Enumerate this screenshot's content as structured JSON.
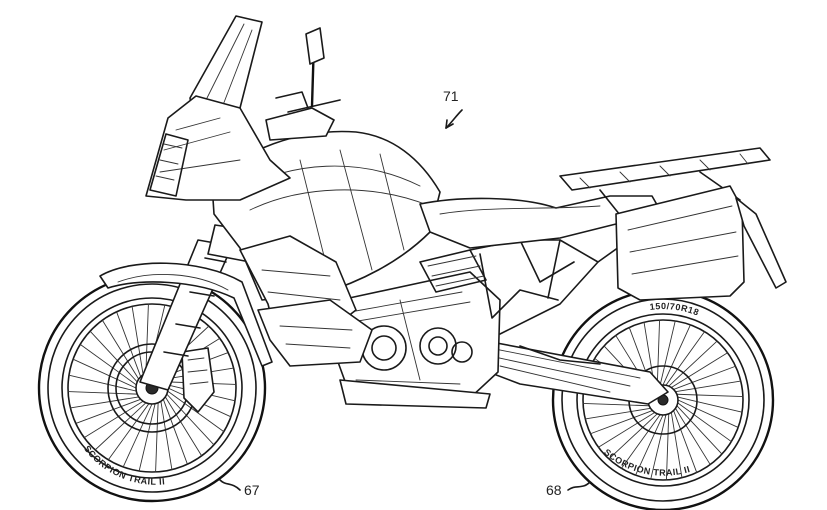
{
  "labels": {
    "motorcycle_ref": "71",
    "front_wheel_ref": "67",
    "rear_wheel_ref": "68"
  },
  "tire_markings": {
    "front_sidewall": "SCORPION TRAIL II",
    "rear_sidewall": "SCORPION TRAIL II",
    "rear_size": "150/70R18"
  }
}
